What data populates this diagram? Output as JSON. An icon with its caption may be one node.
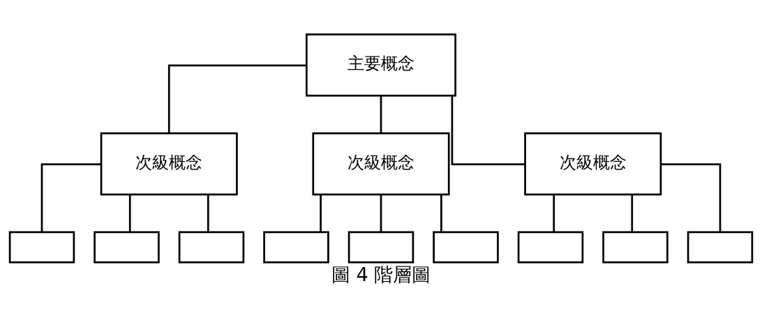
{
  "diagram": {
    "caption": "圖 4 階層圖",
    "nodes": [
      {
        "text": [
          "主要概念"
        ]
      },
      {
        "text": [
          "次級概念"
        ]
      },
      {
        "text": [
          "次級概念"
        ]
      },
      {
        "text": [
          "次級概念"
        ]
      },
      {
        "text": [],
        "shape": "box"
      },
      {
        "text": [],
        "shape": "box"
      },
      {
        "text": [],
        "shape": "box"
      },
      {
        "text": [],
        "shape": "box"
      },
      {
        "text": [],
        "shape": "box"
      },
      {
        "text": [],
        "shape": "box"
      },
      {
        "text": [],
        "shape": "box"
      },
      {
        "text": [],
        "shape": "box"
      },
      {
        "text": [],
        "shape": "box"
      }
    ],
    "edges": [
      {
        "from": 0,
        "to": 1,
        "arrow": "none"
      },
      {
        "from": 0,
        "to": 2,
        "arrow": "none"
      },
      {
        "from": 0,
        "to": 3,
        "arrow": "none"
      },
      {
        "from": 1,
        "to": 4,
        "arrow": "none"
      },
      {
        "from": 1,
        "to": 5,
        "arrow": "none"
      },
      {
        "from": 1,
        "to": 6,
        "arrow": "none"
      },
      {
        "from": 2,
        "to": 7,
        "arrow": "none"
      },
      {
        "from": 2,
        "to": 8,
        "arrow": "none"
      },
      {
        "from": 2,
        "to": 9,
        "arrow": "none"
      },
      {
        "from": 3,
        "to": 10,
        "arrow": "none"
      },
      {
        "from": 3,
        "to": 11,
        "arrow": "none"
      },
      {
        "from": 3,
        "to": 12,
        "arrow": "none"
      }
    ]
  }
}
